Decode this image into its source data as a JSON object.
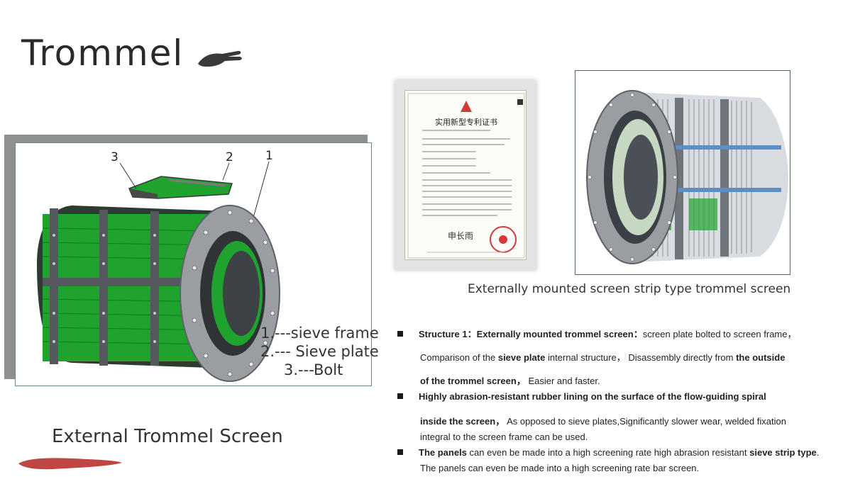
{
  "title": "Trommel",
  "left_figure": {
    "callouts": [
      "3",
      "2",
      "1"
    ],
    "legend": [
      "1.---sieve frame",
      "2.--- Sieve plate",
      "3.---Bolt"
    ]
  },
  "left_caption": "External Trommel Screen",
  "right_caption": "Externally mounted screen strip type trommel screen",
  "certificate": {
    "heading": "实用新型专利证书",
    "signature": "申长雨"
  },
  "bullets": {
    "b1": {
      "lead": "Structure 1：Externally mounted trommel screen：",
      "text1": "screen plate bolted to screen frame，",
      "line2_a": "Comparison of the ",
      "line2_b": "sieve plate",
      "line2_c": " internal structure，  Disassembly directly from ",
      "line2_d": "the outside",
      "line3_a": "of the trommel screen，",
      "line3_b": "  Easier and faster."
    },
    "b2": {
      "lead": "Highly abrasion-resistant rubber lining on the surface of the flow-guiding spiral",
      "line2_a": "inside the screen，",
      "line2_b": "  As opposed to sieve plates,Significantly slower wear, welded fixation",
      "line3": "integral to the screen frame can be used."
    },
    "b3": {
      "lead": "The panels",
      "text1": " can even be made into a high screening rate high abrasion resistant ",
      "bold2": "sieve strip type",
      "text2": ".",
      "line2": "The panels can even be made into a high screening rate bar screen."
    }
  },
  "colors": {
    "screen_green": "#1fa32e",
    "frame_gray": "#9a9ea3",
    "accent_red": "#b8322c"
  }
}
